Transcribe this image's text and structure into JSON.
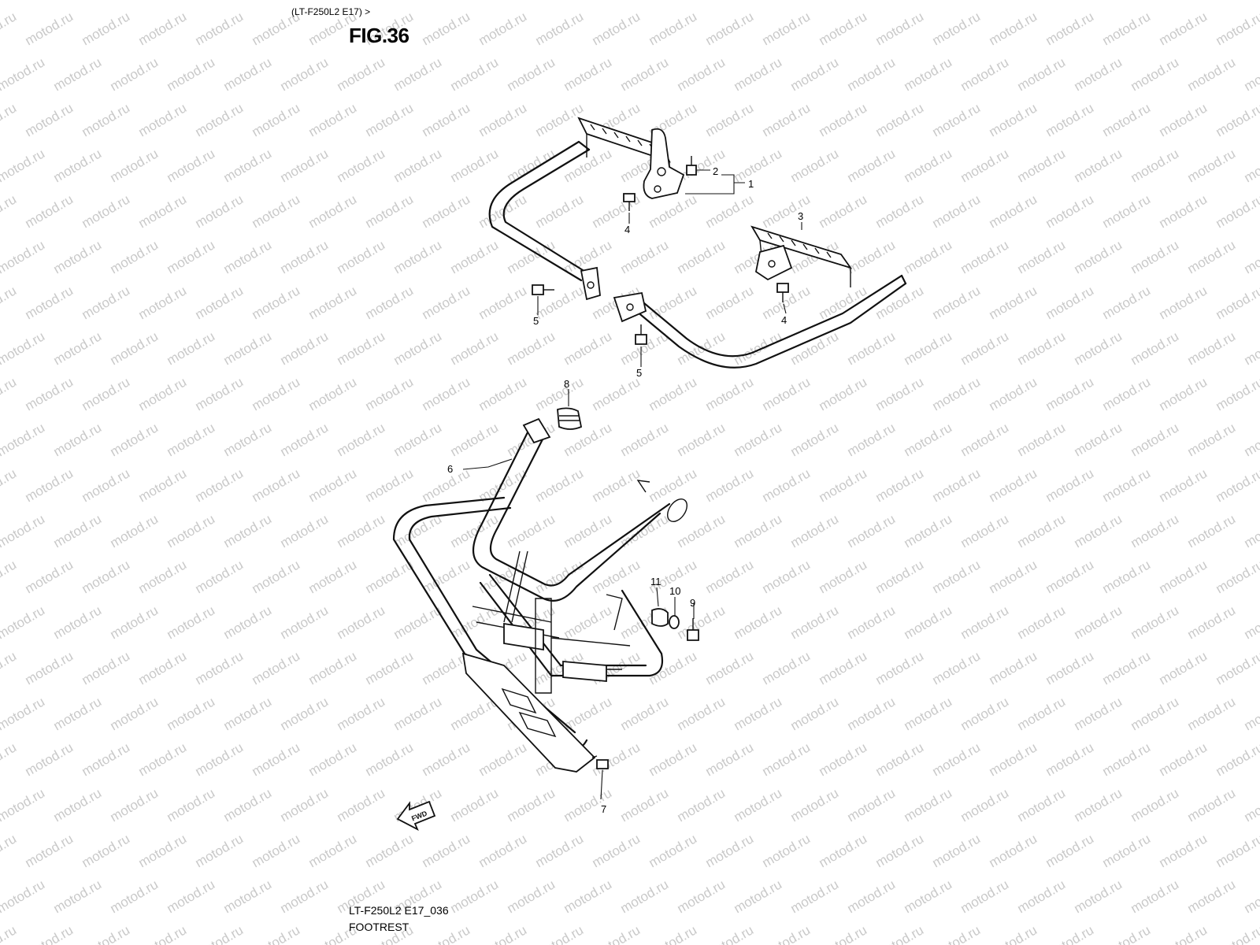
{
  "header": {
    "model": "(LT-F250L2 E17) >",
    "figure": "FIG.36"
  },
  "footer": {
    "code": "LT-F250L2 E17_036",
    "title": "FOOTREST"
  },
  "watermark": {
    "text": "motod.ru",
    "color": "#c9c9c9"
  },
  "fwd_label": "FWD",
  "callouts": {
    "c1": "1",
    "c2": "2",
    "c3": "3",
    "c4a": "4",
    "c4b": "4",
    "c5a": "5",
    "c5b": "5",
    "c6": "6",
    "c7": "7",
    "c8": "8",
    "c9": "9",
    "c10": "10",
    "c11": "11"
  }
}
